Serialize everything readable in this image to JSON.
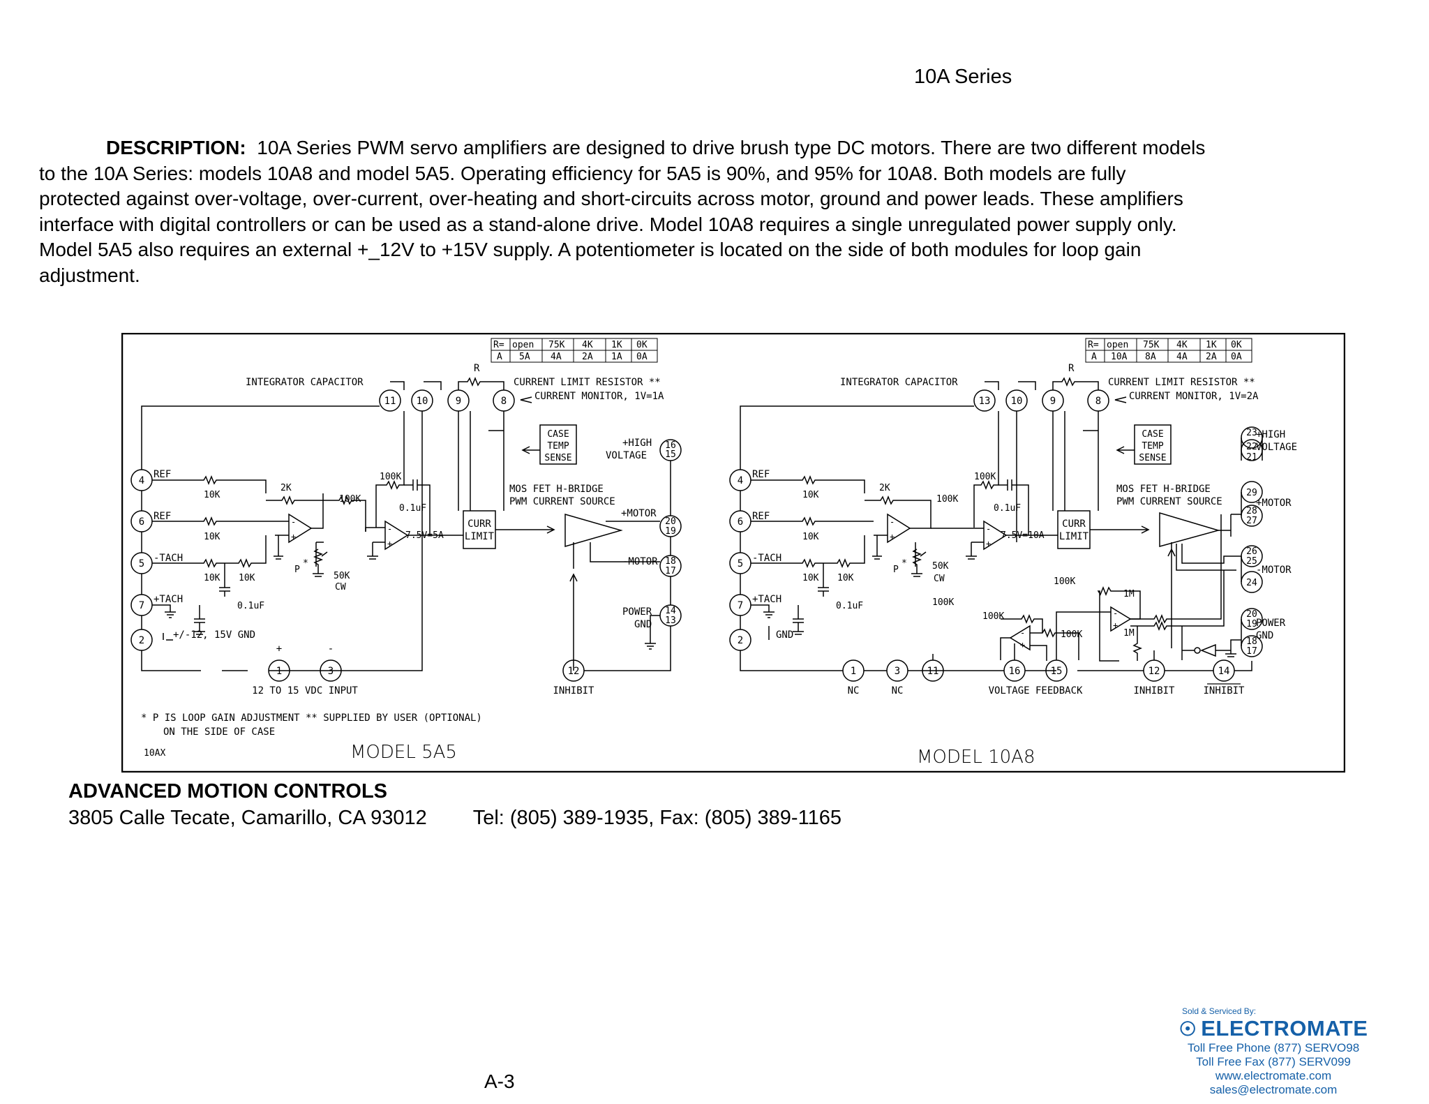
{
  "header": {
    "series_title": "10A Series"
  },
  "description": {
    "heading": "DESCRIPTION:",
    "lines": [
      "10A Series PWM servo amplifiers are designed to drive brush type DC motors.  There are two different models",
      "to the 10A Series:  models 10A8 and model 5A5.  Operating efficiency for 5A5 is 90%, and 95% for 10A8.  Both models are fully",
      "protected against over-voltage, over-current, over-heating and short-circuits across motor, ground and power leads.  These amplifiers",
      "interface with digital controllers or can be used as a stand-alone drive.  Model 10A8 requires a single unregulated power supply only.",
      "Model 5A5 also requires an external +_12V to +15V supply.  A potentiometer is located on the side of both modules for loop gain",
      "adjustment."
    ]
  },
  "schematic": {
    "left": {
      "model_label": "MODEL 5A5",
      "table": {
        "r_row": [
          "R=",
          "open",
          "75K",
          "4K",
          "1K",
          "0K"
        ],
        "a_row": [
          "A",
          "5A",
          "4A",
          "2A",
          "1A",
          "0A"
        ]
      },
      "r_label": "R",
      "integrator_capacitor": "INTEGRATOR CAPACITOR",
      "current_limit_resistor": "CURRENT LIMIT RESISTOR **",
      "current_monitor": "CURRENT MONITOR, 1V=1A",
      "case_temp_sense": [
        "CASE",
        "TEMP",
        "SENSE"
      ],
      "high_voltage": [
        "+HIGH",
        "VOLTAGE"
      ],
      "mos_fet": [
        "MOS FET H-BRIDGE",
        "PWM CURRENT SOURCE"
      ],
      "plus_motor": "+MOTOR",
      "minus_motor": "-MOTOR",
      "power_gnd": [
        "POWER",
        "GND"
      ],
      "curr_limit": [
        "CURR",
        "LIMIT"
      ],
      "ref1": "REF",
      "ref2": "REF",
      "minus_tach": "-TACH",
      "plus_tach": "+TACH",
      "supply_gnd": "+/-12, 15V GND",
      "input_label": "12 TO 15 VDC INPUT",
      "inhibit": "INHIBIT",
      "plus_sign": "+",
      "minus_sign": "-",
      "values": {
        "r10k_a": "10K",
        "r10k_b": "10K",
        "r10k_c": "10K",
        "r10k_d": "10K",
        "r2k": "2K",
        "r100k_a": "100K",
        "r100k_b": "100K",
        "c01a": "0.1uF",
        "c01b": "0.1uF",
        "p": "P",
        "star": "*",
        "r50k": "50K",
        "cw": "CW",
        "v75": "7.5V=5A"
      },
      "pins": {
        "p11": "11",
        "p10": "10",
        "p9": "9",
        "p8": "8",
        "p4": "4",
        "p6": "6",
        "p5": "5",
        "p7": "7",
        "p2": "2",
        "p1": "1",
        "p3": "3",
        "p12": "12",
        "p16": "16",
        "p15": "15",
        "p20": "20",
        "p19": "19",
        "p18": "18",
        "p17": "17",
        "p14": "14",
        "p13": "13"
      },
      "footnote1": "*  P IS LOOP GAIN ADJUSTMENT   ** SUPPLIED BY USER (OPTIONAL)",
      "footnote2": "ON THE SIDE OF CASE",
      "code": "10AX"
    },
    "right": {
      "model_label": "MODEL 10A8",
      "table": {
        "r_row": [
          "R=",
          "open",
          "75K",
          "4K",
          "1K",
          "0K"
        ],
        "a_row": [
          "A",
          "10A",
          "8A",
          "4A",
          "2A",
          "0A"
        ]
      },
      "r_label": "R",
      "integrator_capacitor": "INTEGRATOR CAPACITOR",
      "current_limit_resistor": "CURRENT LIMIT RESISTOR **",
      "current_monitor": "CURRENT MONITOR, 1V=2A",
      "case_temp_sense": [
        "CASE",
        "TEMP",
        "SENSE"
      ],
      "high_voltage": [
        "+HIGH",
        "VOLTAGE"
      ],
      "mos_fet": [
        "MOS FET H-BRIDGE",
        "PWM CURRENT SOURCE"
      ],
      "plus_motor": "+MOTOR",
      "minus_motor": "-MOTOR",
      "power_gnd": [
        "POWER",
        "GND"
      ],
      "curr_limit": [
        "CURR",
        "LIMIT"
      ],
      "ref1": "REF",
      "ref2": "REF",
      "minus_tach": "-TACH",
      "plus_tach": "+TACH",
      "gnd": "GND",
      "nc1": "NC",
      "nc2": "NC",
      "voltage_feedback": "VOLTAGE FEEDBACK",
      "inhibit": "INHIBIT",
      "inhibit_bar": "INHIBIT",
      "values": {
        "r10k_a": "10K",
        "r10k_b": "10K",
        "r10k_c": "10K",
        "r10k_d": "10K",
        "r2k": "2K",
        "r100k_a": "100K",
        "r100k_b": "100K",
        "r100k_c": "100K",
        "r100k_d": "100K",
        "r100k_e": "100K",
        "r100k_f": "100K",
        "r1m_a": "1M",
        "r1m_b": "1M",
        "c01a": "0.1uF",
        "c01b": "0.1uF",
        "p": "P",
        "star": "*",
        "r50k": "50K",
        "cw": "CW",
        "v75": "7.5V=10A"
      },
      "pins": {
        "p13": "13",
        "p10": "10",
        "p9": "9",
        "p8": "8",
        "p4": "4",
        "p6": "6",
        "p5": "5",
        "p7": "7",
        "p2": "2",
        "p1": "1",
        "p3": "3",
        "p11": "11",
        "p16": "16",
        "p15": "15",
        "p12": "12",
        "p14": "14",
        "p23": "23",
        "p22": "22",
        "p21": "21",
        "p29": "29",
        "p28": "28",
        "p27": "27",
        "p26": "26",
        "p25": "25",
        "p24": "24",
        "p20": "20",
        "p19": "19",
        "p18": "18",
        "p17": "17"
      }
    }
  },
  "company": {
    "name": "ADVANCED MOTION CONTROLS",
    "address": "3805 Calle Tecate, Camarillo, CA 93012",
    "contact": "Tel: (805) 389-1935,  Fax: (805) 389-1165"
  },
  "page_number": "A-3",
  "distributor": {
    "sold_by": "Sold & Serviced By:",
    "name": "ELECTROMATE",
    "phone": "Toll Free Phone  (877) SERVO98",
    "fax": "Toll Free Fax  (877) SERV099",
    "web": "www.electromate.com",
    "email": "sales@electromate.com"
  }
}
